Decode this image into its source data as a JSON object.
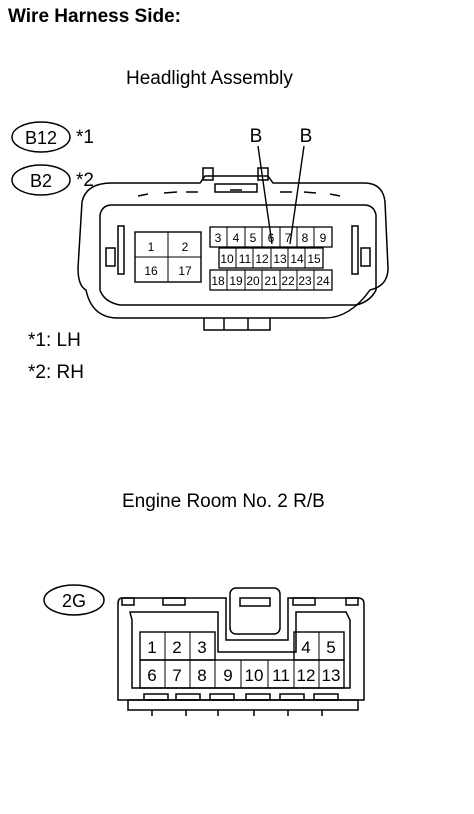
{
  "title": "Wire Harness Side:",
  "headlight": {
    "title": "Headlight Assembly",
    "codes": [
      {
        "code": "B12",
        "note": "*1"
      },
      {
        "code": "B2",
        "note": "*2"
      }
    ],
    "wire_labels": [
      "B",
      "B"
    ],
    "pins_left": [
      "1",
      "2",
      "16",
      "17"
    ],
    "pins_row1": [
      "3",
      "4",
      "5",
      "6",
      "7",
      "8",
      "9"
    ],
    "pins_row2": [
      "10",
      "11",
      "12",
      "13",
      "14",
      "15"
    ],
    "pins_row3": [
      "18",
      "19",
      "20",
      "21",
      "22",
      "23",
      "24"
    ],
    "notes": [
      "*1: LH",
      "*2: RH"
    ]
  },
  "engine_room": {
    "title": "Engine Room No. 2 R/B",
    "code": "2G",
    "pins_top_left": [
      "1",
      "2",
      "3"
    ],
    "pins_top_right": [
      "4",
      "5"
    ],
    "pins_bottom": [
      "6",
      "7",
      "8",
      "9",
      "10",
      "11",
      "12",
      "13"
    ]
  }
}
